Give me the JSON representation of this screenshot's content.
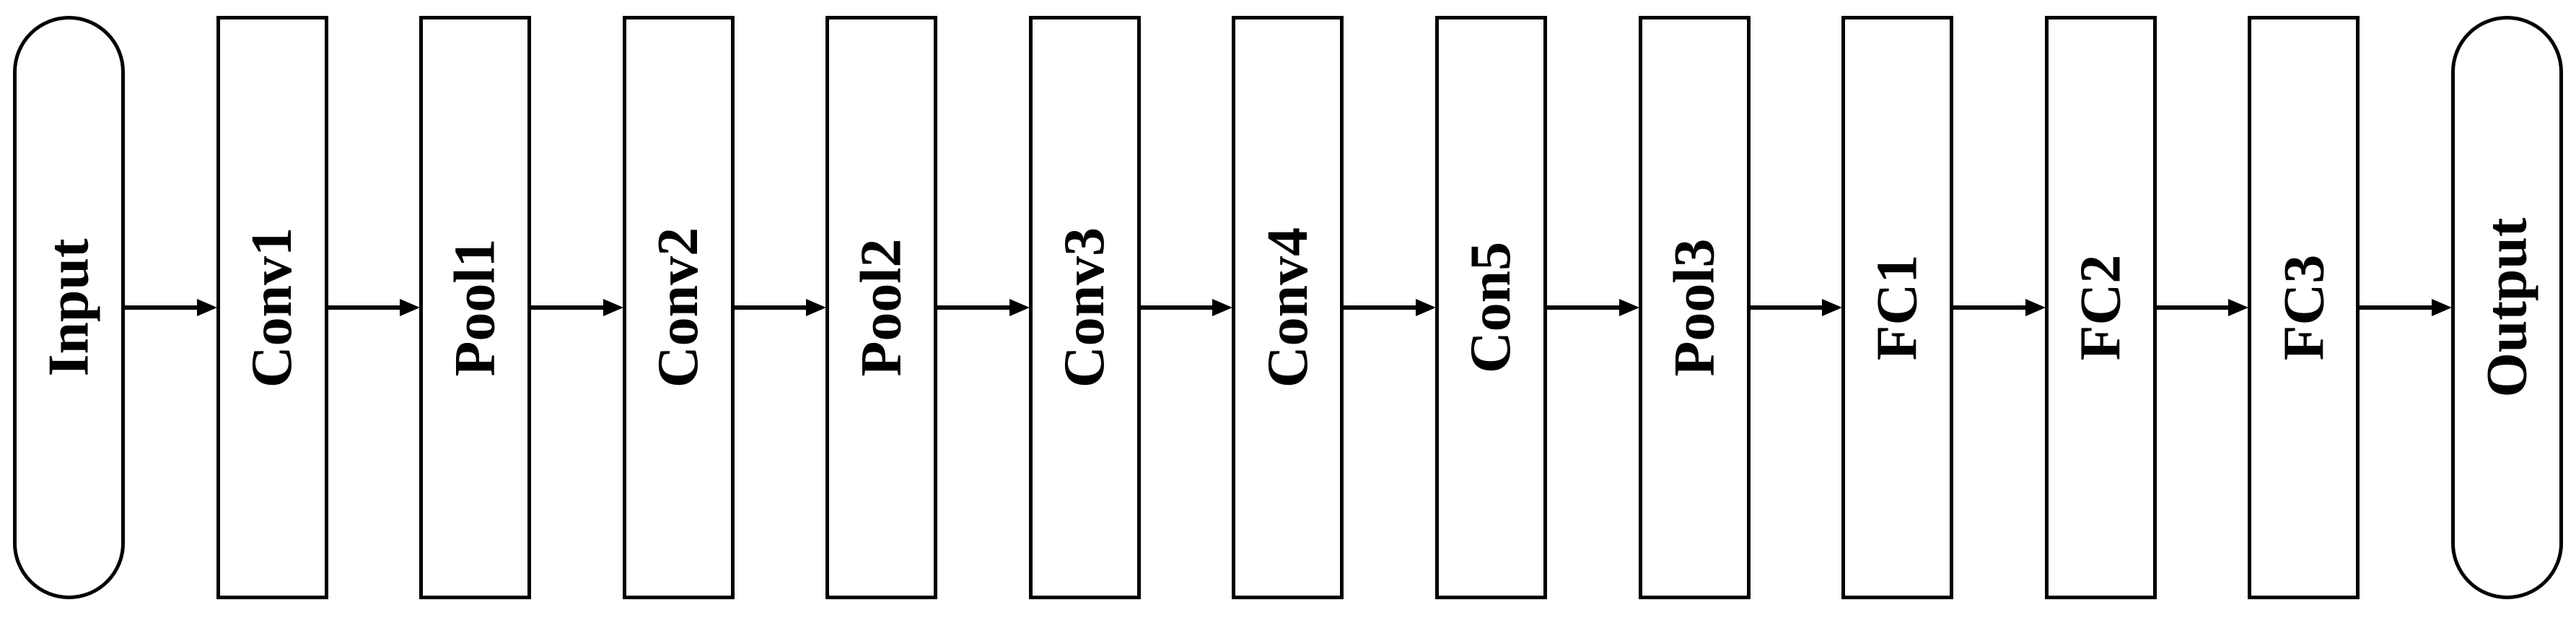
{
  "diagram": {
    "type": "flowchart",
    "direction": "left-to-right",
    "text_orientation": "rotated-90-ccw",
    "nodes": [
      {
        "id": "input",
        "label": "Input",
        "shape": "stadium"
      },
      {
        "id": "conv1",
        "label": "Conv1",
        "shape": "rect"
      },
      {
        "id": "pool1",
        "label": "Pool1",
        "shape": "rect"
      },
      {
        "id": "conv2",
        "label": "Conv2",
        "shape": "rect"
      },
      {
        "id": "pool2",
        "label": "Pool2",
        "shape": "rect"
      },
      {
        "id": "conv3",
        "label": "Conv3",
        "shape": "rect"
      },
      {
        "id": "conv4",
        "label": "Conv4",
        "shape": "rect"
      },
      {
        "id": "con5",
        "label": "Con5",
        "shape": "rect"
      },
      {
        "id": "pool3",
        "label": "Pool3",
        "shape": "rect"
      },
      {
        "id": "fc1",
        "label": "FC1",
        "shape": "rect"
      },
      {
        "id": "fc2",
        "label": "FC2",
        "shape": "rect"
      },
      {
        "id": "fc3",
        "label": "FC3",
        "shape": "rect"
      },
      {
        "id": "output",
        "label": "Output",
        "shape": "stadium"
      }
    ],
    "edges": [
      {
        "from": "input",
        "to": "conv1",
        "arrow": "right"
      },
      {
        "from": "conv1",
        "to": "pool1",
        "arrow": "right"
      },
      {
        "from": "pool1",
        "to": "conv2",
        "arrow": "right"
      },
      {
        "from": "conv2",
        "to": "pool2",
        "arrow": "right"
      },
      {
        "from": "pool2",
        "to": "conv3",
        "arrow": "right"
      },
      {
        "from": "conv3",
        "to": "conv4",
        "arrow": "right"
      },
      {
        "from": "conv4",
        "to": "con5",
        "arrow": "right"
      },
      {
        "from": "con5",
        "to": "pool3",
        "arrow": "right"
      },
      {
        "from": "pool3",
        "to": "fc1",
        "arrow": "right"
      },
      {
        "from": "fc1",
        "to": "fc2",
        "arrow": "right"
      },
      {
        "from": "fc2",
        "to": "fc3",
        "arrow": "right"
      },
      {
        "from": "fc3",
        "to": "output",
        "arrow": "right"
      }
    ],
    "colors": {
      "stroke": "#000000",
      "fill": "#ffffff",
      "background": "#ffffff",
      "text": "#000000"
    }
  }
}
